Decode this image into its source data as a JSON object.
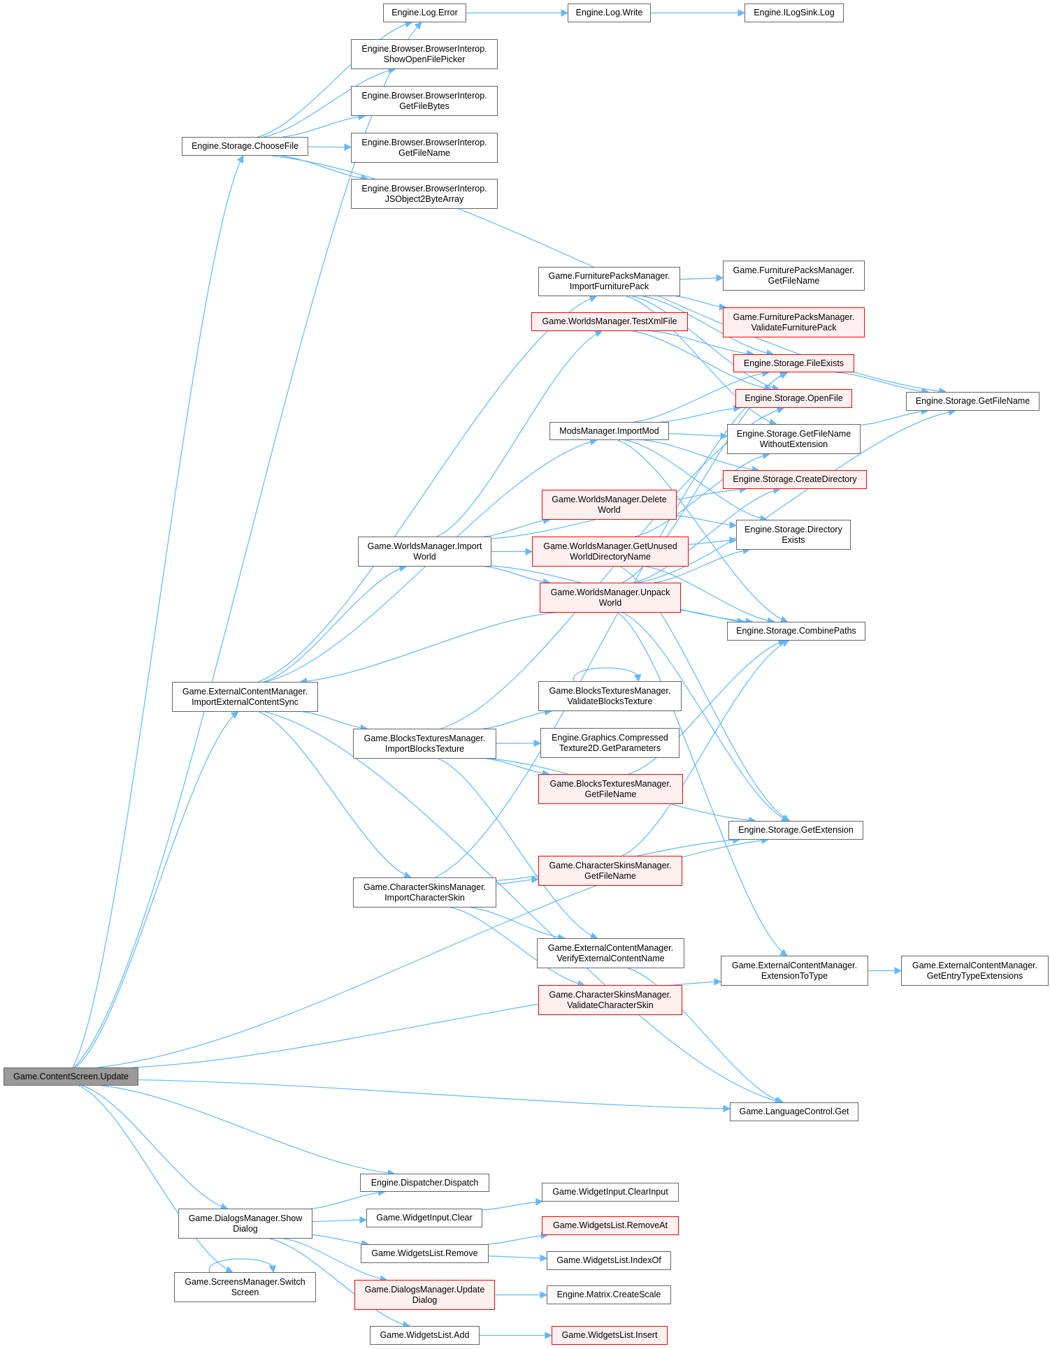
{
  "title": "Call graph of Game.ContentScreen.Update",
  "colors": {
    "edge": "#63b8ff",
    "node_border": "#666666",
    "undocumented_border": "#ff0000",
    "undocumented_fill": "#fff0f0",
    "root_fill": "#999999"
  },
  "nodes": [
    {
      "id": "update",
      "label": "Game.ContentScreen.Update",
      "style": "root"
    },
    {
      "id": "log_error",
      "label": "Engine.Log.Error",
      "style": "normal"
    },
    {
      "id": "log_write",
      "label": "Engine.Log.Write",
      "style": "normal"
    },
    {
      "id": "ilogsink",
      "label": "Engine.ILogSink.Log",
      "style": "normal"
    },
    {
      "id": "choosefile",
      "label": "Engine.Storage.ChooseFile",
      "style": "normal"
    },
    {
      "id": "showpicker",
      "label": "Engine.Browser.BrowserInterop.\nShowOpenFilePicker",
      "style": "normal"
    },
    {
      "id": "getfilebytes",
      "label": "Engine.Browser.BrowserInterop.\nGetFileBytes",
      "style": "normal"
    },
    {
      "id": "bi_getfilename",
      "label": "Engine.Browser.BrowserInterop.\nGetFileName",
      "style": "normal"
    },
    {
      "id": "jsobj",
      "label": "Engine.Browser.BrowserInterop.\nJSObject2ByteArray",
      "style": "normal"
    },
    {
      "id": "importfurn",
      "label": "Game.FurniturePacksManager.\nImportFurniturePack",
      "style": "normal"
    },
    {
      "id": "fp_getfilename",
      "label": "Game.FurniturePacksManager.\nGetFileName",
      "style": "normal"
    },
    {
      "id": "fp_validate",
      "label": "Game.FurniturePacksManager.\nValidateFurniturePack",
      "style": "red"
    },
    {
      "id": "testxml",
      "label": "Game.WorldsManager.TestXmlFile",
      "style": "red"
    },
    {
      "id": "fileexists",
      "label": "Engine.Storage.FileExists",
      "style": "red"
    },
    {
      "id": "openfile",
      "label": "Engine.Storage.OpenFile",
      "style": "red"
    },
    {
      "id": "st_getfilename",
      "label": "Engine.Storage.GetFileName",
      "style": "normal"
    },
    {
      "id": "importmod",
      "label": "ModsManager.ImportMod",
      "style": "normal"
    },
    {
      "id": "getfnwoext",
      "label": "Engine.Storage.GetFileName\nWithoutExtension",
      "style": "normal"
    },
    {
      "id": "createdir",
      "label": "Engine.Storage.CreateDirectory",
      "style": "red"
    },
    {
      "id": "deleteworld",
      "label": "Game.WorldsManager.Delete\nWorld",
      "style": "red"
    },
    {
      "id": "importworld",
      "label": "Game.WorldsManager.Import\nWorld",
      "style": "normal"
    },
    {
      "id": "getunused",
      "label": "Game.WorldsManager.GetUnused\nWorldDirectoryName",
      "style": "red"
    },
    {
      "id": "direxists",
      "label": "Engine.Storage.Directory\nExists",
      "style": "normal"
    },
    {
      "id": "unpackworld",
      "label": "Game.WorldsManager.Unpack\nWorld",
      "style": "red"
    },
    {
      "id": "combinepaths",
      "label": "Engine.Storage.CombinePaths",
      "style": "normal"
    },
    {
      "id": "importext",
      "label": "Game.ExternalContentManager.\nImportExternalContentSync",
      "style": "normal"
    },
    {
      "id": "bt_validate",
      "label": "Game.BlocksTexturesManager.\nValidateBlocksTexture",
      "style": "normal"
    },
    {
      "id": "importbt",
      "label": "Game.BlocksTexturesManager.\nImportBlocksTexture",
      "style": "normal"
    },
    {
      "id": "compressed",
      "label": "Engine.Graphics.Compressed\nTexture2D.GetParameters",
      "style": "normal"
    },
    {
      "id": "bt_getfilename",
      "label": "Game.BlocksTexturesManager.\nGetFileName",
      "style": "red"
    },
    {
      "id": "getextension",
      "label": "Engine.Storage.GetExtension",
      "style": "normal"
    },
    {
      "id": "cs_getfilename",
      "label": "Game.CharacterSkinsManager.\nGetFileName",
      "style": "red"
    },
    {
      "id": "importcs",
      "label": "Game.CharacterSkinsManager.\nImportCharacterSkin",
      "style": "normal"
    },
    {
      "id": "verifyname",
      "label": "Game.ExternalContentManager.\nVerifyExternalContentName",
      "style": "normal"
    },
    {
      "id": "exttotype",
      "label": "Game.ExternalContentManager.\nExtensionToType",
      "style": "normal"
    },
    {
      "id": "getentry",
      "label": "Game.ExternalContentManager.\nGetEntryTypeExtensions",
      "style": "normal"
    },
    {
      "id": "cs_validate",
      "label": "Game.CharacterSkinsManager.\nValidateCharacterSkin",
      "style": "red"
    },
    {
      "id": "langget",
      "label": "Game.LanguageControl.Get",
      "style": "normal"
    },
    {
      "id": "dispatch",
      "label": "Engine.Dispatcher.Dispatch",
      "style": "normal"
    },
    {
      "id": "clearinput",
      "label": "Game.WidgetInput.ClearInput",
      "style": "normal"
    },
    {
      "id": "showdialog",
      "label": "Game.DialogsManager.Show\nDialog",
      "style": "normal"
    },
    {
      "id": "wi_clear",
      "label": "Game.WidgetInput.Clear",
      "style": "normal"
    },
    {
      "id": "removeat",
      "label": "Game.WidgetsList.RemoveAt",
      "style": "red"
    },
    {
      "id": "wl_remove",
      "label": "Game.WidgetsList.Remove",
      "style": "normal"
    },
    {
      "id": "indexof",
      "label": "Game.WidgetsList.IndexOf",
      "style": "normal"
    },
    {
      "id": "switchscreen",
      "label": "Game.ScreensManager.Switch\nScreen",
      "style": "normal"
    },
    {
      "id": "updatedialog",
      "label": "Game.DialogsManager.Update\nDialog",
      "style": "red"
    },
    {
      "id": "createscale",
      "label": "Engine.Matrix.CreateScale",
      "style": "normal"
    },
    {
      "id": "wl_add",
      "label": "Game.WidgetsList.Add",
      "style": "normal"
    },
    {
      "id": "wl_insert",
      "label": "Game.WidgetsList.Insert",
      "style": "red"
    }
  ],
  "edges": [
    [
      "update",
      "log_error"
    ],
    [
      "update",
      "choosefile"
    ],
    [
      "update",
      "importext"
    ],
    [
      "update",
      "getextension"
    ],
    [
      "update",
      "exttotype"
    ],
    [
      "update",
      "langget"
    ],
    [
      "update",
      "dispatch"
    ],
    [
      "update",
      "showdialog"
    ],
    [
      "update",
      "switchscreen"
    ],
    [
      "log_error",
      "log_write"
    ],
    [
      "log_write",
      "ilogsink"
    ],
    [
      "choosefile",
      "log_error"
    ],
    [
      "choosefile",
      "showpicker"
    ],
    [
      "choosefile",
      "getfilebytes"
    ],
    [
      "choosefile",
      "bi_getfilename"
    ],
    [
      "choosefile",
      "jsobj"
    ],
    [
      "choosefile",
      "st_getfilename"
    ],
    [
      "importext",
      "importfurn"
    ],
    [
      "importext",
      "importmod"
    ],
    [
      "importext",
      "importworld"
    ],
    [
      "importext",
      "importbt"
    ],
    [
      "importext",
      "importcs"
    ],
    [
      "importext",
      "langget"
    ],
    [
      "importfurn",
      "fp_getfilename"
    ],
    [
      "importfurn",
      "fp_validate"
    ],
    [
      "importfurn",
      "fileexists"
    ],
    [
      "importfurn",
      "openfile"
    ],
    [
      "importfurn",
      "getfnwoext"
    ],
    [
      "testxml",
      "fileexists"
    ],
    [
      "testxml",
      "openfile"
    ],
    [
      "fileexists",
      "st_getfilename"
    ],
    [
      "getfnwoext",
      "st_getfilename"
    ],
    [
      "importmod",
      "fileexists"
    ],
    [
      "importmod",
      "openfile"
    ],
    [
      "importmod",
      "getfnwoext"
    ],
    [
      "importmod",
      "createdir"
    ],
    [
      "importmod",
      "direxists"
    ],
    [
      "importmod",
      "combinepaths"
    ],
    [
      "importworld",
      "testxml"
    ],
    [
      "importworld",
      "createdir"
    ],
    [
      "importworld",
      "deleteworld"
    ],
    [
      "importworld",
      "getunused"
    ],
    [
      "importworld",
      "unpackworld"
    ],
    [
      "importworld",
      "combinepaths"
    ],
    [
      "deleteworld",
      "direxists"
    ],
    [
      "getunused",
      "direxists"
    ],
    [
      "getunused",
      "getfnwoext"
    ],
    [
      "getunused",
      "combinepaths"
    ],
    [
      "getunused",
      "getextension"
    ],
    [
      "unpackworld",
      "importext"
    ],
    [
      "unpackworld",
      "createdir"
    ],
    [
      "unpackworld",
      "direxists"
    ],
    [
      "unpackworld",
      "combinepaths"
    ],
    [
      "unpackworld",
      "st_getfilename"
    ],
    [
      "unpackworld",
      "getextension"
    ],
    [
      "unpackworld",
      "exttotype"
    ],
    [
      "unpackworld",
      "fileexists"
    ],
    [
      "importbt",
      "bt_validate"
    ],
    [
      "importbt",
      "compressed"
    ],
    [
      "importbt",
      "bt_getfilename"
    ],
    [
      "importbt",
      "getextension"
    ],
    [
      "importbt",
      "verifyname"
    ],
    [
      "importbt",
      "openfile"
    ],
    [
      "bt_validate",
      "bt_validate"
    ],
    [
      "bt_getfilename",
      "combinepaths"
    ],
    [
      "importcs",
      "cs_getfilename"
    ],
    [
      "importcs",
      "getextension"
    ],
    [
      "importcs",
      "verifyname"
    ],
    [
      "importcs",
      "cs_validate"
    ],
    [
      "importcs",
      "fileexists"
    ],
    [
      "cs_getfilename",
      "combinepaths"
    ],
    [
      "verifyname",
      "langget"
    ],
    [
      "exttotype",
      "getentry"
    ],
    [
      "showdialog",
      "dispatch"
    ],
    [
      "showdialog",
      "wi_clear"
    ],
    [
      "showdialog",
      "wl_remove"
    ],
    [
      "showdialog",
      "updatedialog"
    ],
    [
      "showdialog",
      "wl_add"
    ],
    [
      "wi_clear",
      "clearinput"
    ],
    [
      "wl_remove",
      "removeat"
    ],
    [
      "wl_remove",
      "indexof"
    ],
    [
      "updatedialog",
      "createscale"
    ],
    [
      "wl_add",
      "wl_insert"
    ],
    [
      "switchscreen",
      "switchscreen"
    ]
  ]
}
